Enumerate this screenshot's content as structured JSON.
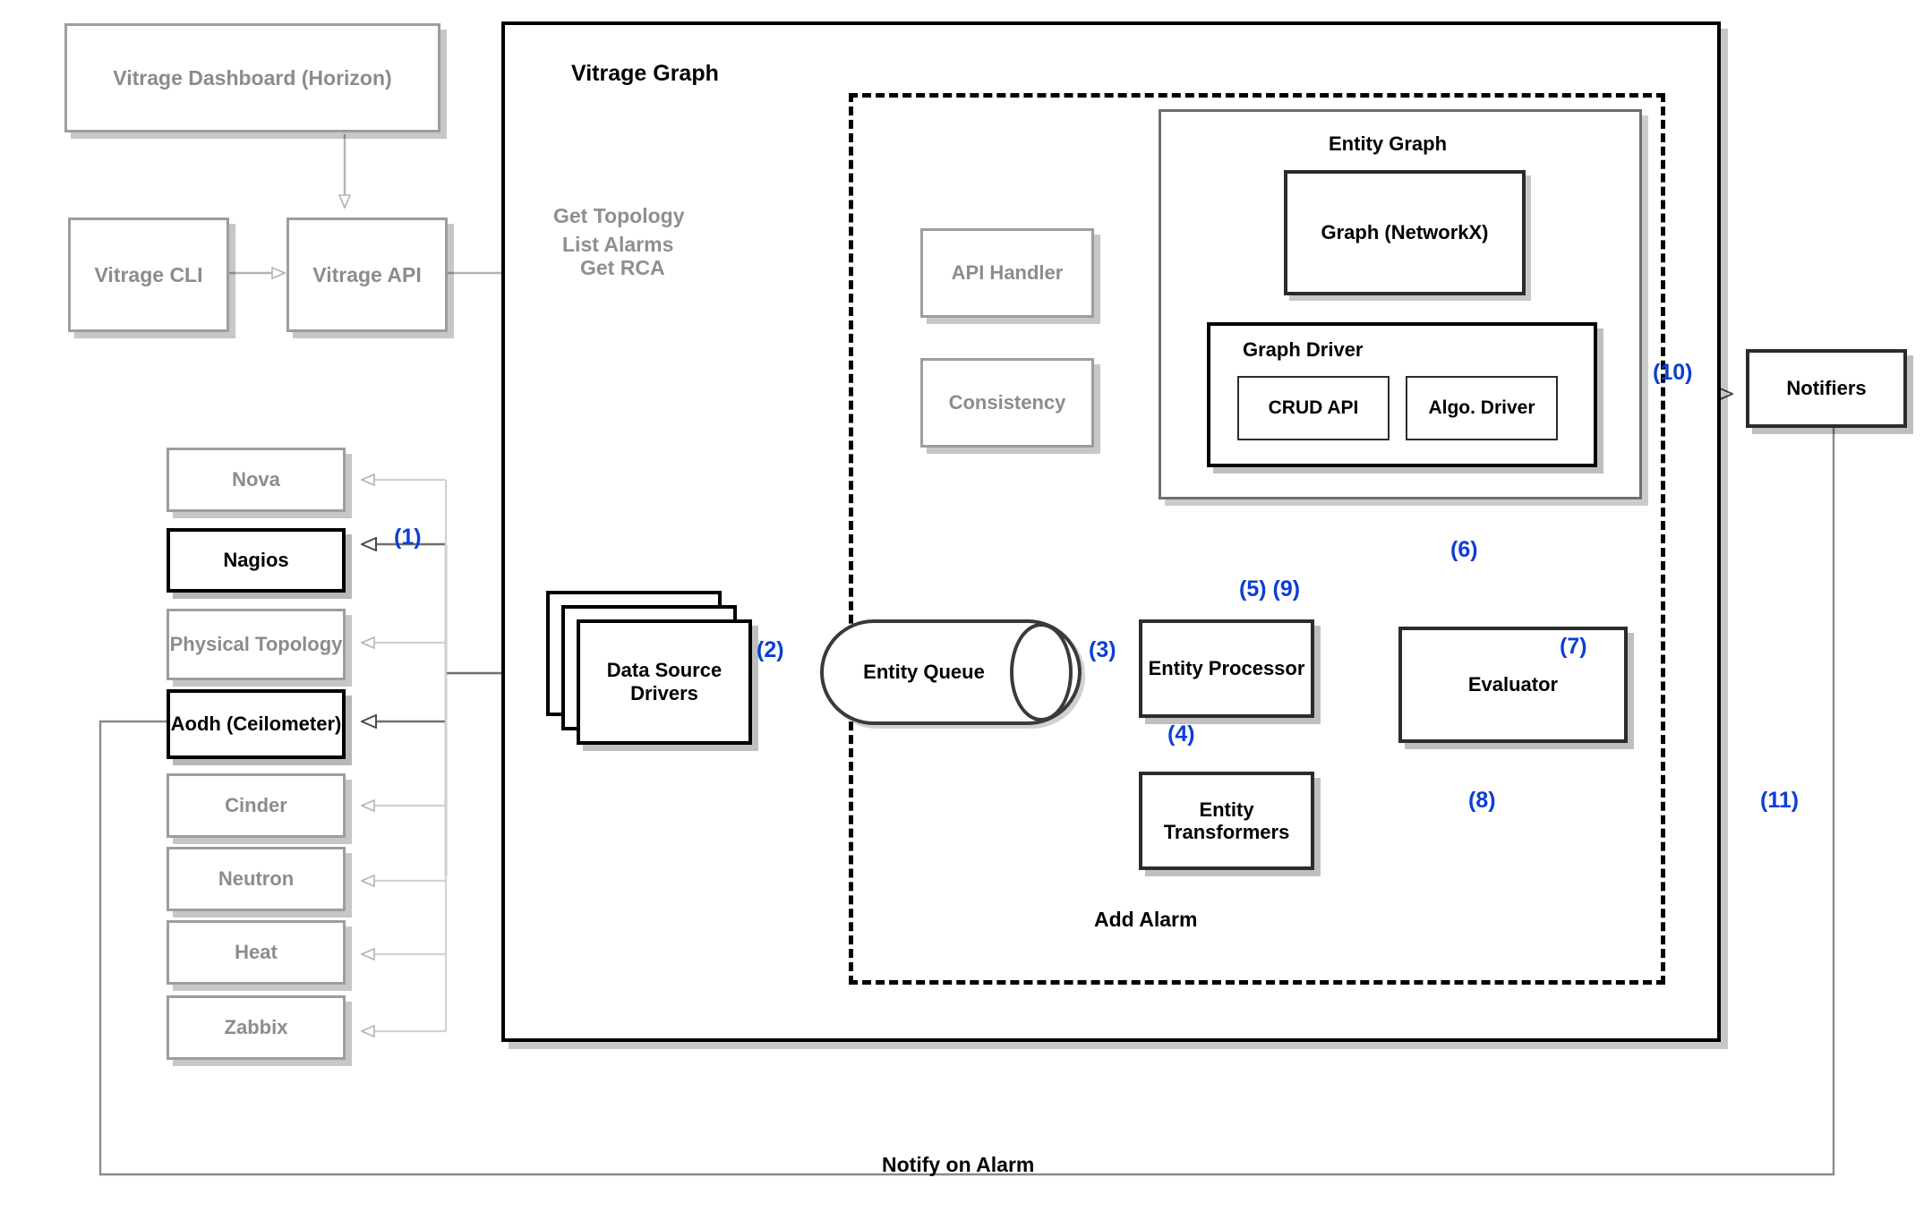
{
  "diagram": {
    "title_text": "Vitrage Graph",
    "accent_step_color": "#0b3fd4",
    "grey_color": "#8f8f8f"
  },
  "external": {
    "dashboard": "Vitrage Dashboard (Horizon)",
    "cli": "Vitrage CLI",
    "api": "Vitrage API",
    "api_calls": [
      "Get Topology",
      "List Alarms",
      "Get RCA"
    ]
  },
  "datasources": [
    {
      "label": "Nova",
      "active": false
    },
    {
      "label": "Nagios",
      "active": true
    },
    {
      "label": "Physical Topology",
      "active": false
    },
    {
      "label": "Aodh (Ceilometer)",
      "active": true
    },
    {
      "label": "Cinder",
      "active": false
    },
    {
      "label": "Neutron",
      "active": false
    },
    {
      "label": "Heat",
      "active": false
    },
    {
      "label": "Zabbix",
      "active": false
    }
  ],
  "pipeline": {
    "data_source_drivers": "Data Source Drivers",
    "entity_queue": "Entity Queue",
    "entity_processor": "Entity Processor",
    "entity_transformers": "Entity Transformers",
    "evaluator": "Evaluator",
    "notifiers": "Notifiers"
  },
  "graph_section": {
    "api_handler": "API Handler",
    "consistency": "Consistency",
    "entity_graph": "Entity Graph",
    "graph_networkx": "Graph (NetworkX)",
    "graph_driver": "Graph Driver",
    "crud_api": "CRUD API",
    "algo_driver": "Algo. Driver"
  },
  "flow_labels": {
    "add_alarm": "Add Alarm",
    "notify_on_alarm": "Notify on Alarm"
  },
  "steps": [
    {
      "id": "s1",
      "text": "(1)"
    },
    {
      "id": "s2",
      "text": "(2)"
    },
    {
      "id": "s3",
      "text": "(3)"
    },
    {
      "id": "s4",
      "text": "(4)"
    },
    {
      "id": "s59",
      "text": "(5) (9)"
    },
    {
      "id": "s6",
      "text": "(6)"
    },
    {
      "id": "s7",
      "text": "(7)"
    },
    {
      "id": "s8",
      "text": "(8)"
    },
    {
      "id": "s10",
      "text": "(10)"
    },
    {
      "id": "s11",
      "text": "(11)"
    }
  ]
}
